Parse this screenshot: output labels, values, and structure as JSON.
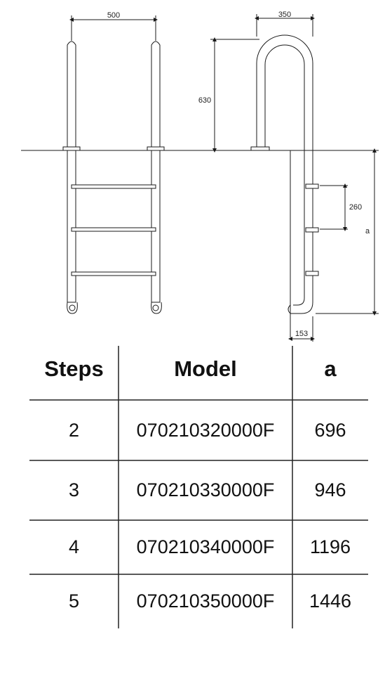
{
  "dimensions": {
    "width_front": "500",
    "width_side": "350",
    "height_above": "630",
    "step_spacing": "260",
    "depth_label": "a",
    "offset_bottom": "153"
  },
  "table": {
    "headers": [
      "Steps",
      "Model",
      "a"
    ],
    "rows": [
      [
        "2",
        "070210320000F",
        "696"
      ],
      [
        "3",
        "070210330000F",
        "946"
      ],
      [
        "4",
        "070210340000F",
        "1196"
      ],
      [
        "5",
        "070210350000F",
        "1446"
      ]
    ]
  },
  "colors": {
    "line": "#1a1a1a",
    "text": "#111111",
    "background": "#ffffff"
  }
}
